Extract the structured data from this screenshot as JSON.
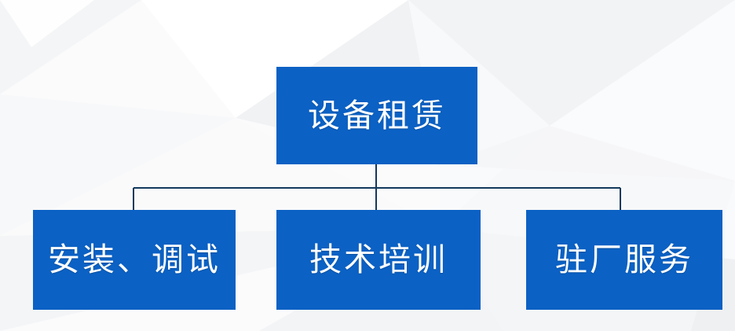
{
  "diagram": {
    "type": "org-chart",
    "title_text": "设备租赁",
    "orientation": "top-down",
    "colors": {
      "node_fill": "#0B61C4",
      "node_text": "#FFFFFF",
      "connector_line": "#12395C",
      "background_base": "#FBFBFC",
      "background_facet_light": "#FFFFFF",
      "background_facet_shadow": "#EDEEF0"
    },
    "root": {
      "id": "node-root",
      "label": "设备租赁"
    },
    "children": [
      {
        "id": "node-install",
        "label": "安装、调试"
      },
      {
        "id": "node-training",
        "label": "技术培训"
      },
      {
        "id": "node-onsite",
        "label": "驻厂服务"
      }
    ],
    "connectors": {
      "stem_from_root": true,
      "horizontal_bus": true,
      "drop_count": 3
    }
  }
}
